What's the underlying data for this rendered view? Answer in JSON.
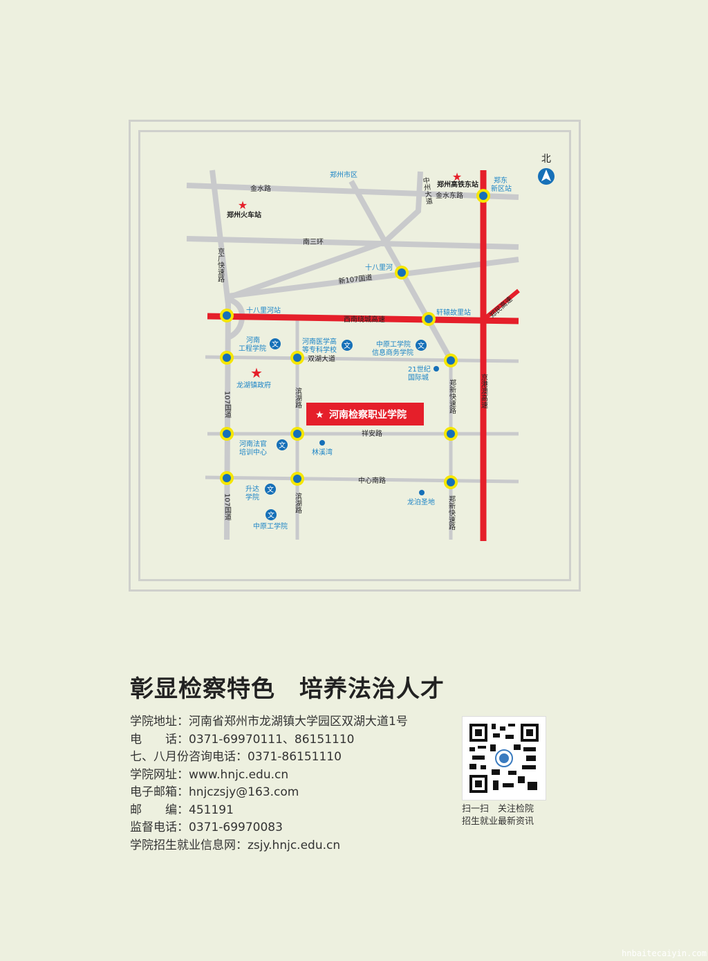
{
  "map": {
    "north": "北",
    "labels": {
      "zhengzhou_city": "郑州市区",
      "jinshui_rd": "金水路",
      "zhengzhou_station": "郑州火车站",
      "hsr_east_station": "郑州高铁东站",
      "zhengdong_station": "郑东\n新区站",
      "zhengdong_1": "郑东",
      "zhengdong_2": "新区站",
      "jinshui_east_rd": "金水东路",
      "zhongzhou_ave": "中州大道",
      "nansanhuan": "南三环",
      "jingguang_expwy": "京广快速路",
      "shibalihe": "十八里河",
      "new107": "新107国道",
      "shibalihe_station": "十八里河站",
      "ring_expwy": "西南绕城高速",
      "xuanyuan_station": "轩辕故里站",
      "zhengmin_expwy": "郑民高速",
      "henan_eng_1": "河南",
      "henan_eng_2": "工程学院",
      "henan_med_1": "河南医学高",
      "henan_med_2": "等专科学校",
      "zyut_biz_1": "中原工学院",
      "zyut_biz_2": "信息商务学院",
      "shuanghu_ave": "双湖大道",
      "century21_1": "21世纪",
      "century21_2": "国际城",
      "longhu_gov": "龙湖镇政府",
      "binhu_rd": "滨湖路",
      "zhengxin_expwy": "郑新快速路",
      "jinggangao": "京港澳高速",
      "g107": "107国道",
      "college": "河南检察职业学院",
      "xiangan_rd": "祥安路",
      "judge_1": "河南法官",
      "judge_2": "培训中心",
      "linxiwan": "林溪湾",
      "zhongxin_s_rd": "中心南路",
      "shengda_1": "升达",
      "shengda_2": "学院",
      "longbo": "龙泊圣地",
      "zyut": "中原工学院",
      "school_icon": "文"
    }
  },
  "slogan": "彰显检察特色　培养法治人才",
  "info": [
    "学院地址：河南省郑州市龙湖镇大学园区双湖大道1号",
    "电　　话：0371-69970111、86151110",
    "七、八月份咨询电话：0371-86151110",
    "学院网址：www.hnjc.edu.cn",
    "电子邮箱：hnjczsjy@163.com",
    "邮　　编：451191",
    "监督电话：0371-69970083",
    "学院招生就业信息网：zsjy.hnjc.edu.cn"
  ],
  "qr_caption": [
    "扫一扫　关注检院",
    "招生就业最新资讯"
  ],
  "watermark": "hnbaitecaiyin.com",
  "colors": {
    "road": "#c9cacc",
    "highway": "#e51f2a",
    "station_ring": "#f5e600",
    "station": "#1670b8",
    "label_blue": "#1c84c6"
  }
}
